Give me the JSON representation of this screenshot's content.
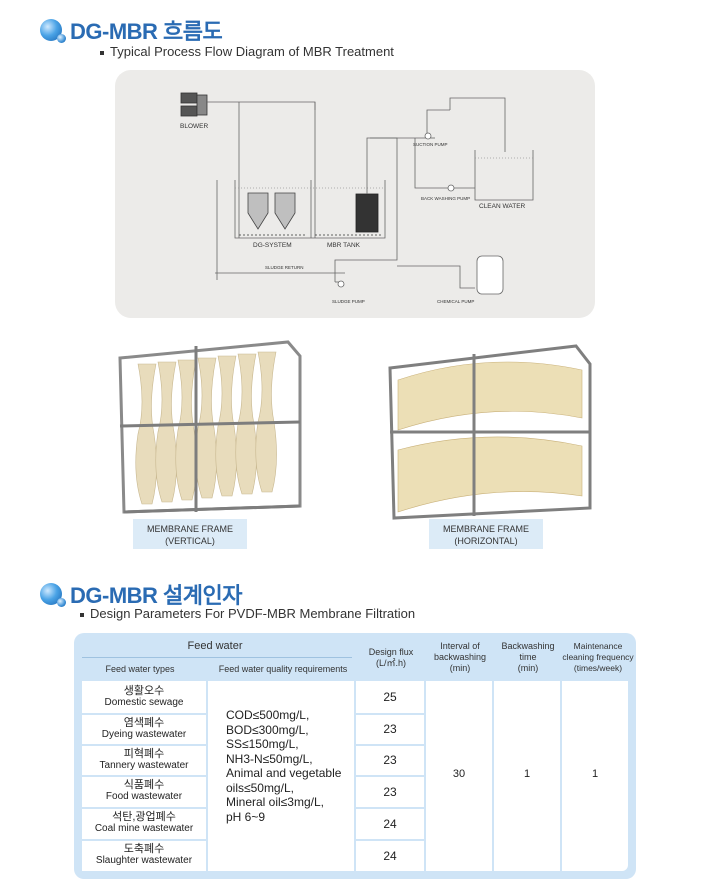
{
  "section1": {
    "title": "DG-MBR 흐름도",
    "subtitle": "Typical Process Flow Diagram of MBR Treatment"
  },
  "diagram": {
    "blower": "BLOWER",
    "suction_pump": "SUCTION PUMP",
    "back_washing_pump": "BACK WASHING PUMP",
    "clean_water": "CLEAN WATER",
    "dg_system": "DG-SYSTEM",
    "mbr_tank": "MBR TANK",
    "sludge_return": "SLUDGE RETURN",
    "sludge_pump": "SLUDGE PUMP",
    "chemical_pump": "CHEMICAL PUMP"
  },
  "photos": [
    {
      "caption_line1": "MEMBRANE FRAME",
      "caption_line2": "(VERTICAL)"
    },
    {
      "caption_line1": "MEMBRANE FRAME",
      "caption_line2": "(HORIZONTAL)"
    }
  ],
  "section2": {
    "title": "DG-MBR 설계인자",
    "subtitle": "Design Parameters For PVDF-MBR Membrane Filtration"
  },
  "table": {
    "feed_water": "Feed water",
    "feed_water_types": "Feed water types",
    "feed_water_quality": "Feed water quality requirements",
    "design_flux": "Design flux",
    "design_flux_unit": "(L/㎡.h)",
    "interval_line1": "Interval of",
    "interval_line2": "backwashing",
    "interval_unit": "(min)",
    "backwash_line1": "Backwashing",
    "backwash_line2": "time",
    "backwash_unit": "(min)",
    "maint_line1": "Maintenance",
    "maint_line2": "cleaning frequency",
    "maint_unit": "(times/week)",
    "rows": [
      {
        "ko": "생활오수",
        "en": "Domestic sewage",
        "flux": "25"
      },
      {
        "ko": "염색폐수",
        "en": "Dyeing wastewater",
        "flux": "23"
      },
      {
        "ko": "피혁폐수",
        "en": "Tannery wastewater",
        "flux": "23"
      },
      {
        "ko": "식품폐수",
        "en": "Food wastewater",
        "flux": "23"
      },
      {
        "ko": "석탄,광업폐수",
        "en": "Coal mine wastewater",
        "flux": "24"
      },
      {
        "ko": "도축폐수",
        "en": "Slaughter wastewater",
        "flux": "24"
      }
    ],
    "requirements": [
      "COD≤500mg/L,",
      "BOD≤300mg/L,",
      "SS≤150mg/L,",
      "NH3-N≤50mg/L,",
      "Animal and vegetable",
      "oils≤50mg/L,",
      "Mineral oil≤3mg/L,",
      "pH 6~9"
    ],
    "interval_value": "30",
    "backwash_value": "1",
    "maint_value": "1"
  }
}
